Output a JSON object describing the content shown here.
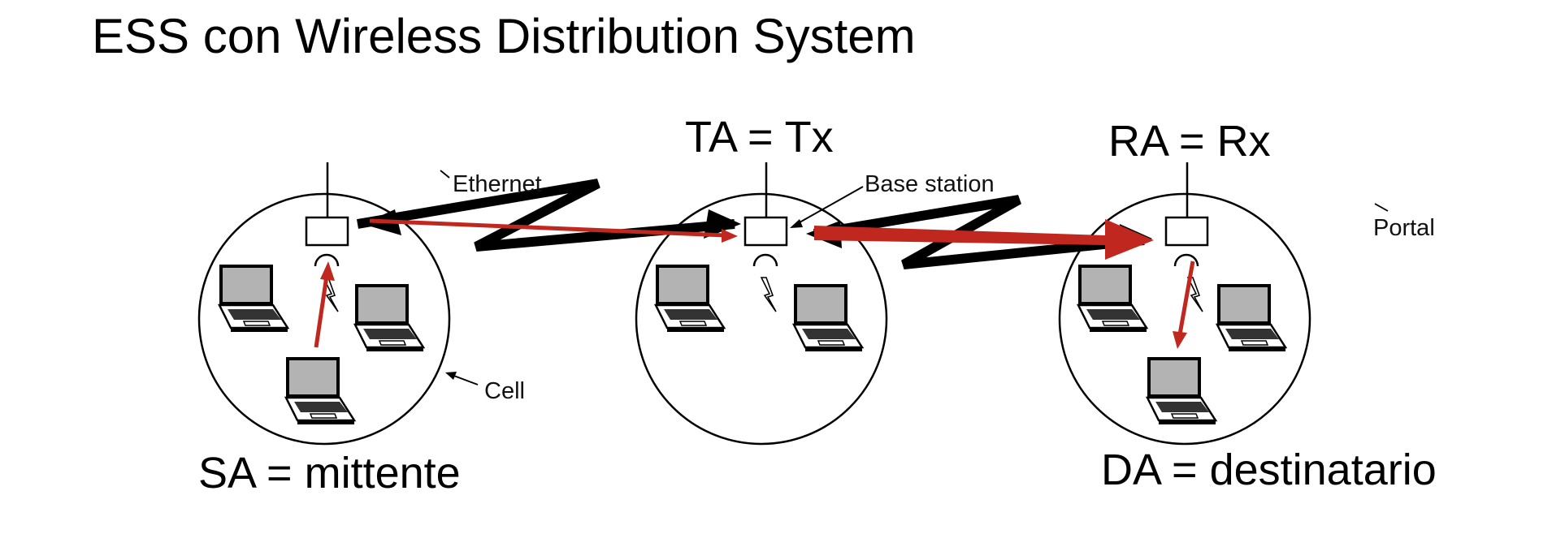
{
  "title": "ESS con Wireless Distribution System",
  "labels": {
    "ta": "TA = Tx",
    "ra": "RA = Rx",
    "sa": "SA = mittente",
    "da": "DA = destinatario"
  },
  "diagram_labels": {
    "ethernet": "Ethernet",
    "base_station": "Base station",
    "portal": "Portal",
    "cell": "Cell"
  },
  "colors": {
    "frame_path": "#c0281f",
    "wireless_link": "#000000",
    "laptop_screen": "#b3b3b3"
  }
}
